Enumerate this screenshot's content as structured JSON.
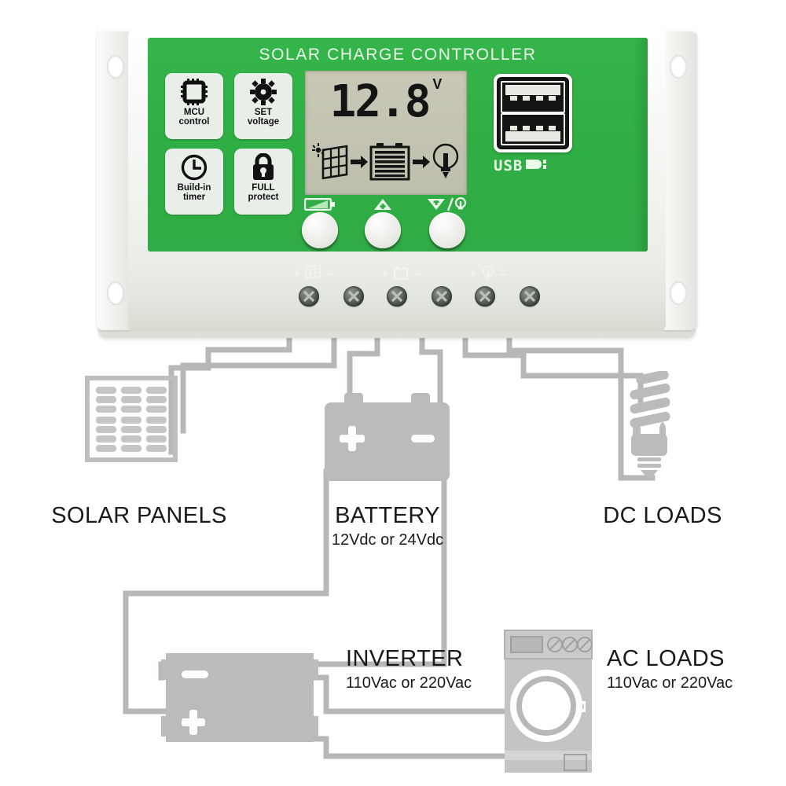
{
  "device": {
    "brand_title": "SOLAR CHARGE CONTROLLER",
    "badges": [
      {
        "icon": "chip-icon",
        "line1": "MCU",
        "line2": "control"
      },
      {
        "icon": "gear-icon",
        "line1": "SET",
        "line2": "voltage"
      },
      {
        "icon": "clock-icon",
        "line1": "Build-in",
        "line2": "timer"
      },
      {
        "icon": "lock-icon",
        "line1": "FULL",
        "line2": "protect"
      }
    ],
    "lcd": {
      "reading": "12.8",
      "unit": "V",
      "flow_icons": [
        "solar-panel-icon",
        "arrow-right-icon",
        "battery-icon",
        "arrow-right-icon",
        "bulb-icon"
      ]
    },
    "buttons": [
      {
        "name": "menu-button",
        "icon": "battery-slash-icon"
      },
      {
        "name": "up-button",
        "icon": "up-arrow-plus-icon"
      },
      {
        "name": "down-light-button",
        "icon": "down-arrow-bulb-icon"
      }
    ],
    "usb": {
      "label": "USB",
      "icon": "usb-plug-icon",
      "ports": 2
    },
    "terminals": [
      {
        "plus": "+",
        "icon": "solar-panel-icon",
        "minus": "−"
      },
      {
        "plus": "+",
        "icon": "battery-icon",
        "minus": "−"
      },
      {
        "plus": "+",
        "icon": "bulb-icon",
        "minus": "−"
      }
    ],
    "screw_count": 6,
    "mount_holes": 4
  },
  "diagram": {
    "components": [
      {
        "id": "solar",
        "icon": "solar-panel-icon"
      },
      {
        "id": "battery",
        "icon": "battery-icon",
        "terminal_plus": "+",
        "terminal_minus": "−"
      },
      {
        "id": "dcload",
        "icon": "cfl-bulb-icon"
      },
      {
        "id": "inverter",
        "icon": "inverter-icon",
        "terminal_plus": "+",
        "terminal_minus": "−"
      },
      {
        "id": "acload",
        "icon": "washing-machine-icon"
      }
    ],
    "labels": [
      {
        "id": "solar",
        "title": "SOLAR PANELS",
        "subtitle": ""
      },
      {
        "id": "battery",
        "title": "BATTERY",
        "subtitle": "12Vdc or 24Vdc"
      },
      {
        "id": "dcload",
        "title": "DC LOADS",
        "subtitle": ""
      },
      {
        "id": "inverter",
        "title": "INVERTER",
        "subtitle": "110Vac or 220Vac"
      },
      {
        "id": "acload",
        "title": "AC LOADS",
        "subtitle": "110Vac or 220Vac"
      }
    ]
  },
  "colors": {
    "faceplate_green": "#31ab45",
    "lcd_background": "#c5c4b3",
    "wire_gray": "#b5b8b4",
    "component_gray": "#b9bcb8",
    "shell_white": "#f2f3ef",
    "text_black": "#1a1a1a"
  }
}
